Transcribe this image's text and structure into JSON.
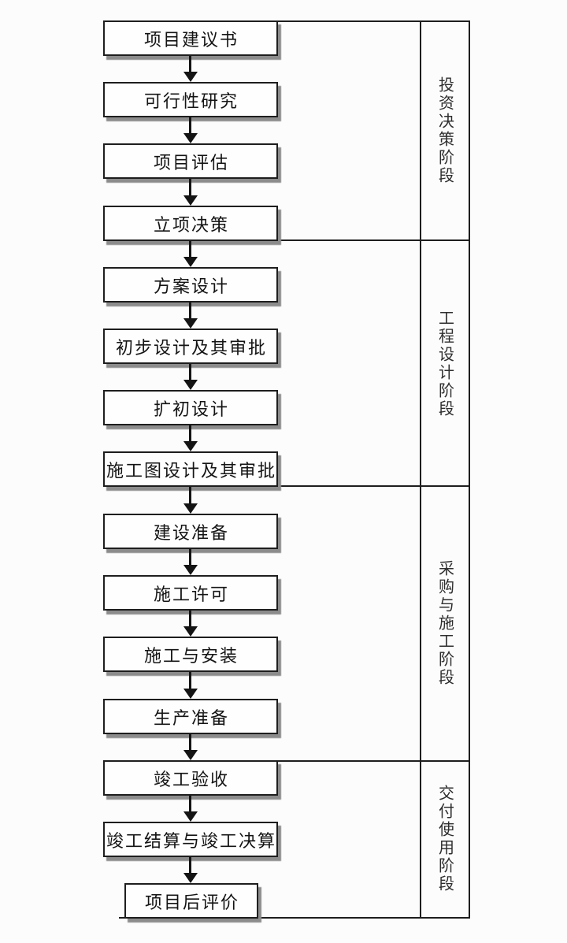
{
  "colors": {
    "line": "#1e1e1e",
    "box_background": "#fefefe",
    "box_shadow": "#8c8c8c",
    "page_background": "#fcfcfc",
    "text": "#141414"
  },
  "flowchart": {
    "steps": [
      "项目建议书",
      "可行性研究",
      "项目评估",
      "立项决策",
      "方案设计",
      "初步设计及其审批",
      "扩初设计",
      "施工图设计及其审批",
      "建设准备",
      "施工许可",
      "施工与安装",
      "生产准备",
      "竣工验收",
      "竣工结算与竣工决算",
      "项目后评价"
    ],
    "stages": [
      "投资决策阶段",
      "工程设计阶段",
      "采购与施工阶段",
      "交付使用阶段"
    ]
  }
}
